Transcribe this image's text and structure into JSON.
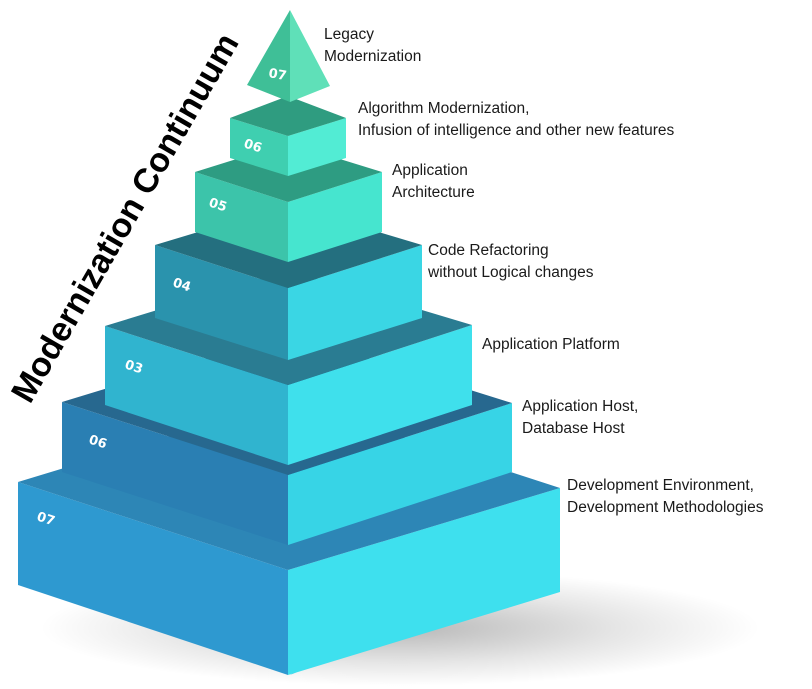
{
  "title": "Modernization Continuum",
  "layers": [
    {
      "number": "07",
      "lines": [
        "Legacy",
        "Modernization"
      ]
    },
    {
      "number": "06",
      "lines": [
        "Algorithm Modernization,",
        "Infusion of intelligence and other new features"
      ]
    },
    {
      "number": "05",
      "lines": [
        "Application",
        "Architecture"
      ]
    },
    {
      "number": "04",
      "lines": [
        "Code Refactoring",
        "without Logical changes"
      ]
    },
    {
      "number": "03",
      "lines": [
        "Application Platform"
      ]
    },
    {
      "number": "06",
      "lines": [
        "Application Host,",
        "Database Host"
      ]
    },
    {
      "number": "07",
      "lines": [
        "Development Environment,",
        "Development Methodologies"
      ]
    }
  ],
  "colors": {
    "top_layer": "#2f9f7f",
    "green_layers": "#3fd6b0",
    "teal_layers": "#35c8d6",
    "blue_layers": "#2a8fc6",
    "label_text": "#1a1a1a"
  }
}
